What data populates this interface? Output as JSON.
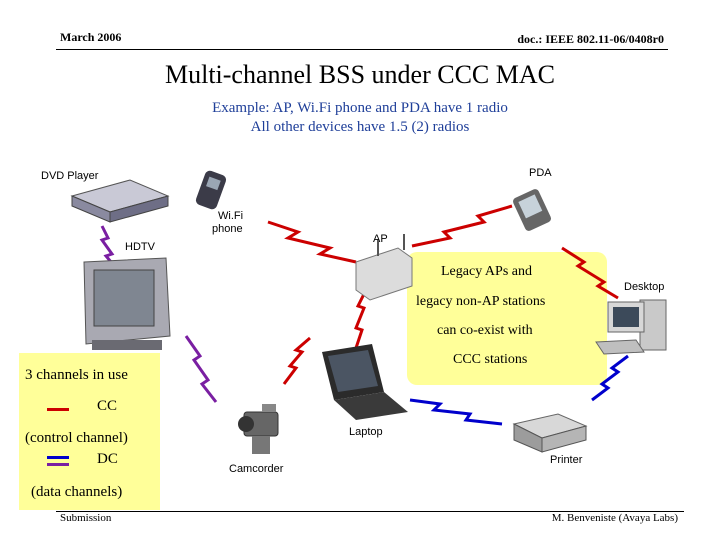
{
  "header": {
    "date": "March 2006",
    "doc": "doc.: IEEE 802.11-06/0408r0"
  },
  "title": "Multi-channel BSS under CCC MAC",
  "subtitle": {
    "line1": "Example: AP, Wi.Fi phone and PDA have 1 radio",
    "line2": "All other devices have 1.5 (2) radios"
  },
  "devices": {
    "dvd_player": "DVD Player",
    "hdtv": "HDTV",
    "wifi_phone_line1": "Wi.Fi",
    "wifi_phone_line2": "phone",
    "ap": "AP",
    "pda": "PDA",
    "desktop": "Desktop",
    "laptop": "Laptop",
    "camcorder": "Camcorder",
    "printer": "Printer"
  },
  "callout": {
    "line1": "Legacy APs and",
    "line2": "legacy non-AP stations",
    "line3": "can co-exist with",
    "line4": "CCC stations"
  },
  "legend": {
    "title": "3 channels in use",
    "cc": "CC",
    "cc_desc": "(control channel)",
    "dc": "DC",
    "dc_desc": "(data channels)"
  },
  "colors": {
    "control_channel": "#cc0000",
    "data_channel_1": "#0000cc",
    "data_channel_2": "#7a1fa2",
    "subtitle": "#1f3f99",
    "callout_bg": "#ffff99"
  },
  "footer": {
    "left": "Submission",
    "right": "M. Benveniste (Avaya Labs)"
  }
}
